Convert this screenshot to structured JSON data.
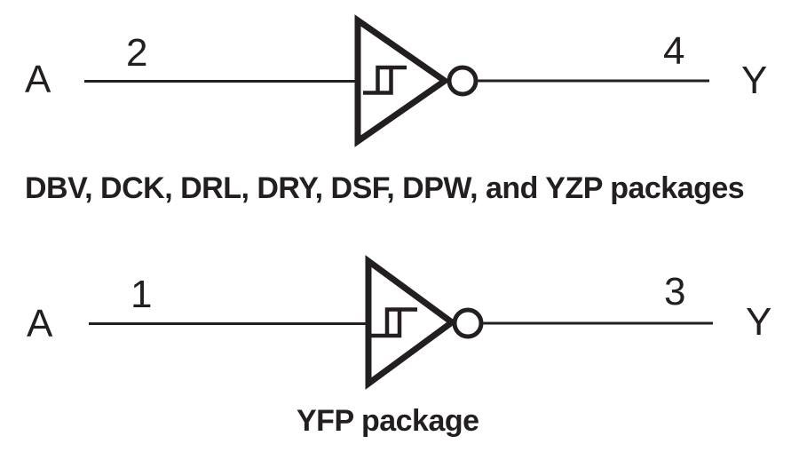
{
  "figure": {
    "type": "logic-diagram",
    "gate_type": "schmitt-trigger-inverter"
  },
  "colors": {
    "ink": "#231f20",
    "background": "#ffffff"
  },
  "icons": {
    "gate": "schmitt-trigger-inverter-icon",
    "hysteresis": "hysteresis-icon",
    "bubble": "inversion-bubble-icon"
  },
  "diagrams": [
    {
      "input_label": "A",
      "input_pin": "2",
      "output_pin": "4",
      "output_label": "Y",
      "caption": "DBV, DCK, DRL, DRY, DSF, DPW, and YZP packages"
    },
    {
      "input_label": "A",
      "input_pin": "1",
      "output_pin": "3",
      "output_label": "Y",
      "caption": "YFP package"
    }
  ]
}
